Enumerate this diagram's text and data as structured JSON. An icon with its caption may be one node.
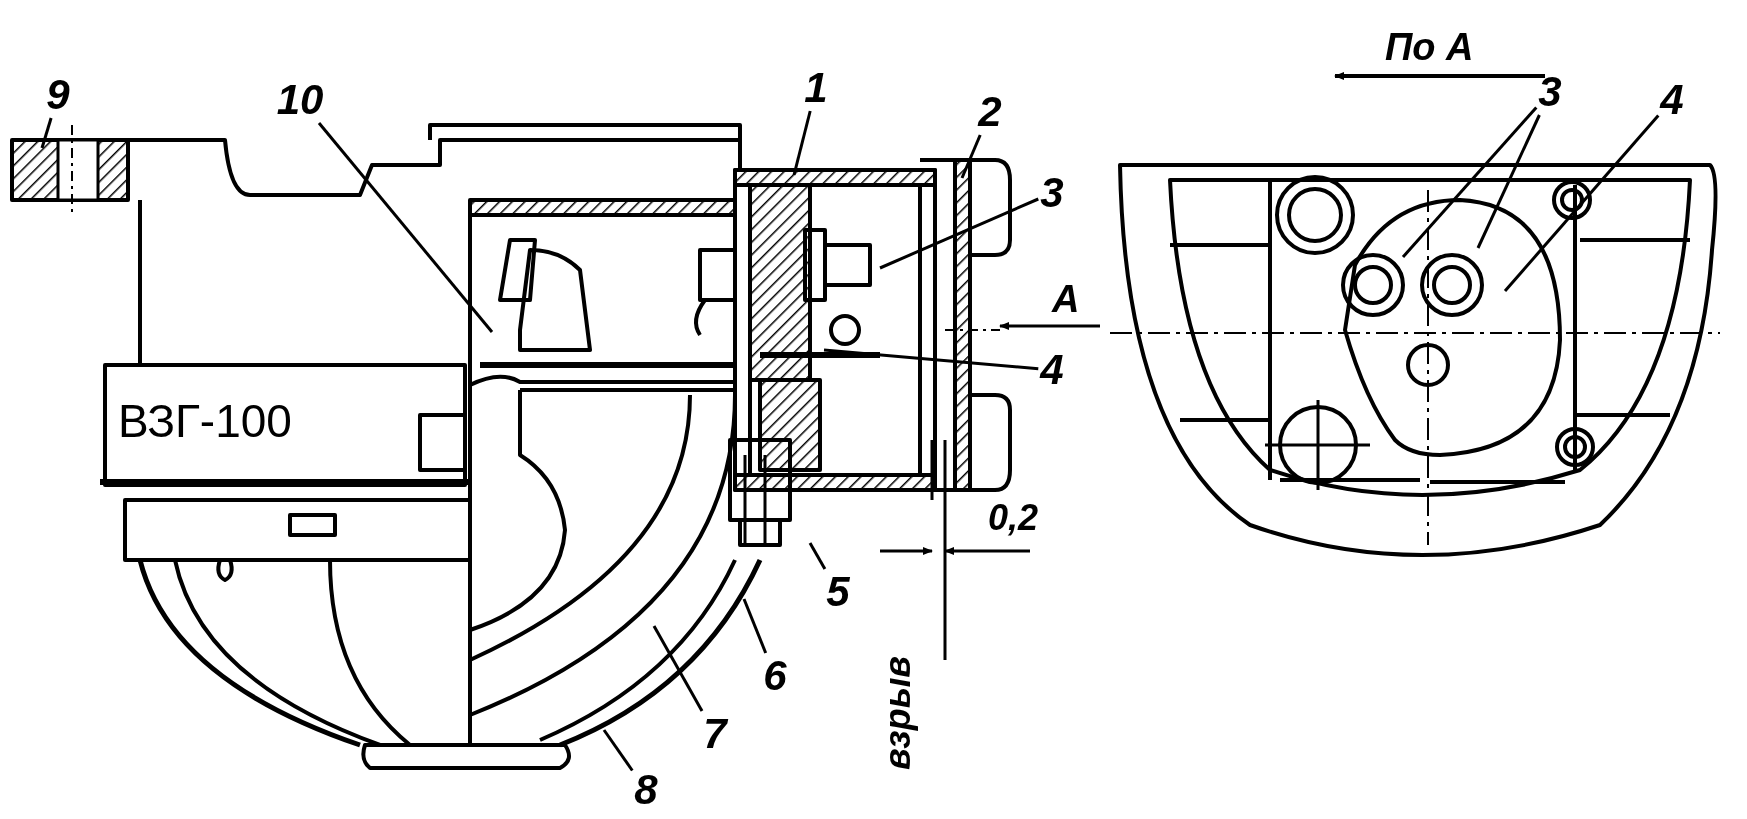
{
  "diagram": {
    "nodes": [
      {
        "text": [
          "9"
        ]
      },
      {
        "text": [
          "10"
        ]
      },
      {
        "text": [
          "1"
        ]
      },
      {
        "text": [
          "2"
        ]
      },
      {
        "text": [
          "3"
        ]
      },
      {
        "text": [
          "4"
        ]
      },
      {
        "text": [
          "5"
        ]
      },
      {
        "text": [
          "6"
        ]
      },
      {
        "text": [
          "7"
        ]
      },
      {
        "text": [
          "8"
        ]
      },
      {
        "text": [
          "3"
        ]
      },
      {
        "text": [
          "4"
        ]
      }
    ],
    "edges": [
      {
        "from": 0,
        "to": null,
        "arrow": "none"
      },
      {
        "from": 1,
        "to": null,
        "arrow": "none"
      },
      {
        "from": 2,
        "to": null,
        "arrow": "none"
      },
      {
        "from": 3,
        "to": null,
        "arrow": "none"
      },
      {
        "from": 4,
        "to": null,
        "arrow": "none"
      },
      {
        "from": 5,
        "to": null,
        "arrow": "none"
      },
      {
        "from": 6,
        "to": null,
        "arrow": "none"
      },
      {
        "from": 7,
        "to": null,
        "arrow": "none"
      },
      {
        "from": 8,
        "to": null,
        "arrow": "none"
      },
      {
        "from": 9,
        "to": null,
        "arrow": "none"
      },
      {
        "from": 10,
        "to": null,
        "arrow": "none"
      },
      {
        "from": 10,
        "to": null,
        "arrow": "none"
      },
      {
        "from": 11,
        "to": null,
        "arrow": "none"
      }
    ],
    "labels": [
      "По А",
      "А",
      "ВЗГ-100",
      "0,2",
      "взрыв"
    ]
  }
}
